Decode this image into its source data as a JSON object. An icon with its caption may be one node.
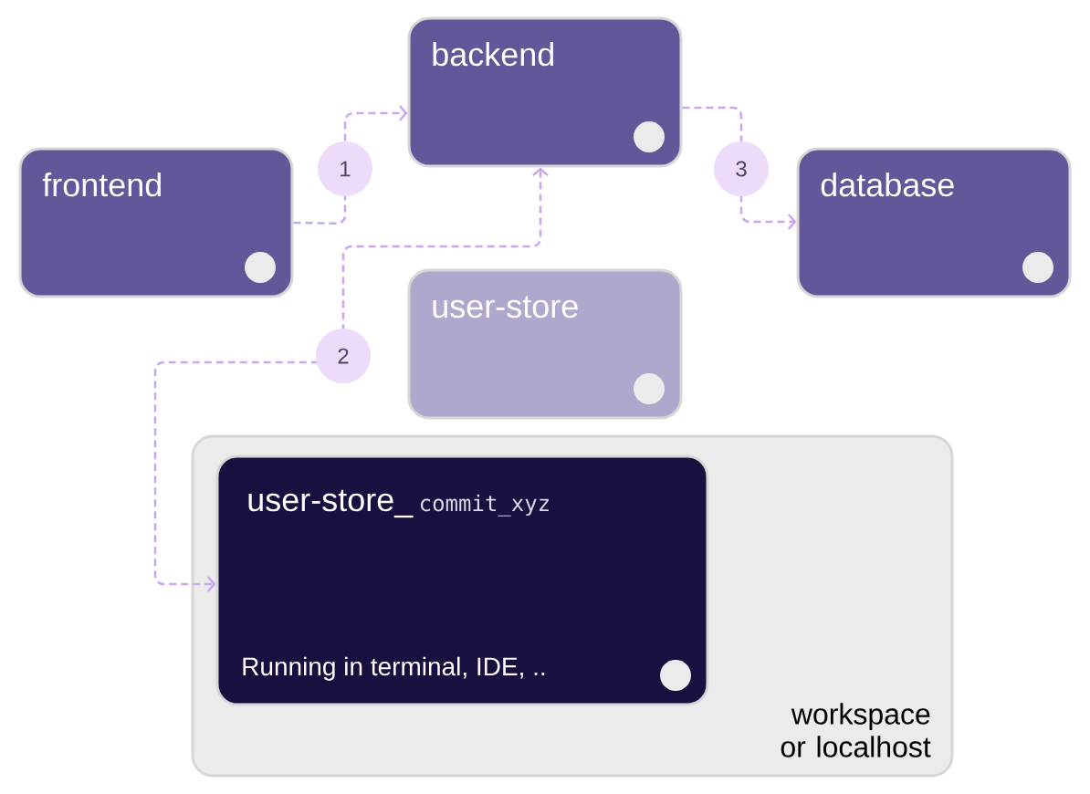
{
  "diagram": {
    "nodes": [
      {
        "text": [
          "frontend"
        ]
      },
      {
        "text": [
          "backend"
        ]
      },
      {
        "text": [
          "database"
        ]
      },
      {
        "text": [
          "user-store"
        ]
      },
      {
        "text": [
          "workspace or localhost"
        ]
      },
      {
        "text": [
          "user-store_",
          "commit_xyz",
          "Running in terminal, IDE, .."
        ],
        "in": 4
      }
    ],
    "edges": [
      {
        "from": 0,
        "to": 1,
        "arrow": "to",
        "label": "1"
      },
      {
        "from": 1,
        "to": 5,
        "arrow": "both",
        "label": "2"
      },
      {
        "from": 1,
        "to": 2,
        "arrow": "to",
        "label": "3"
      }
    ]
  }
}
